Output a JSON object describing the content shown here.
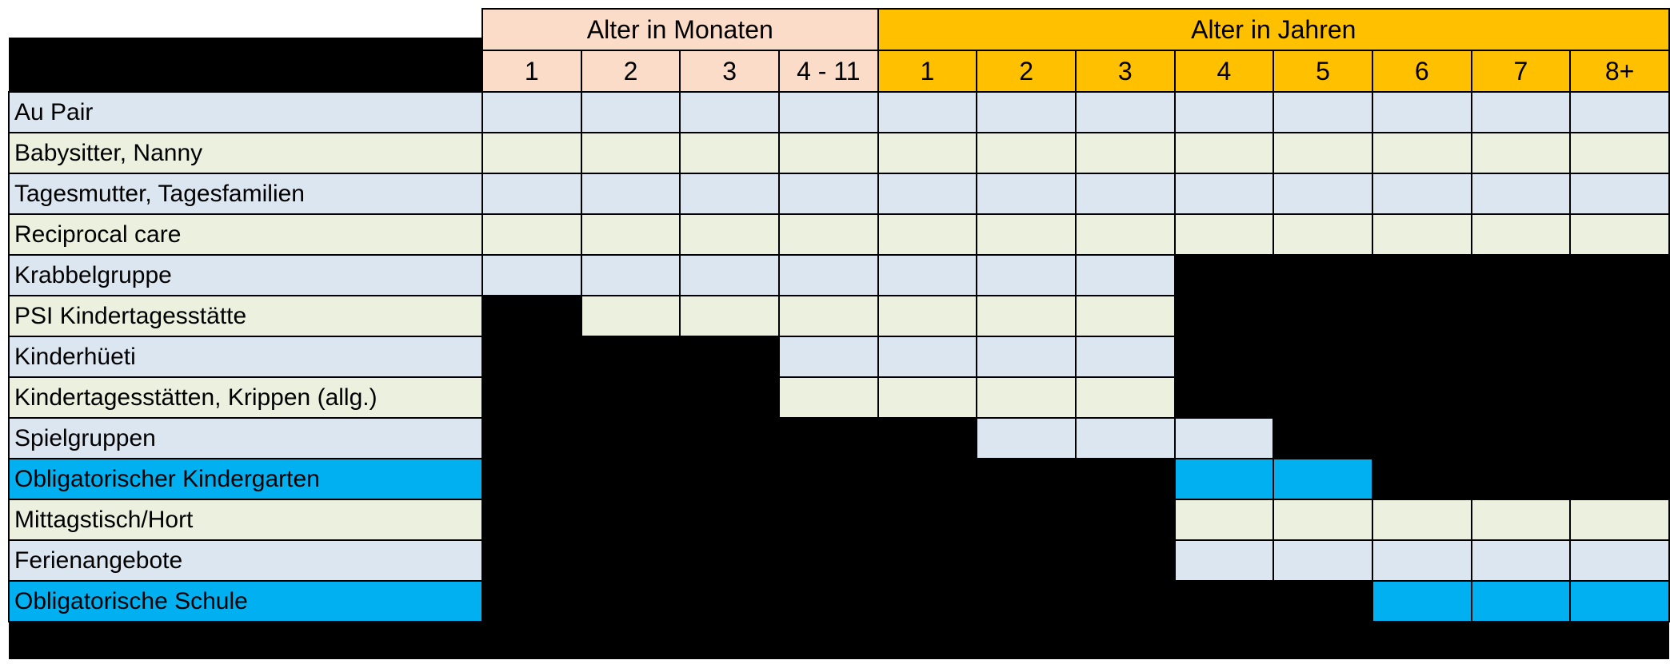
{
  "page": {
    "background": "#ffffff"
  },
  "colors": {
    "months_header_bg": "#FBDCC8",
    "years_header_bg": "#FFC000",
    "row_blue": "#DCE6F1",
    "row_green": "#EBF1DE",
    "row_cyan": "#00B0F0",
    "unavailable": "#000000",
    "grid_line": "#000000",
    "text": "#000000"
  },
  "chart_data": {
    "type": "heatmap",
    "title": "",
    "column_groups": [
      {
        "label": "Alter in Monaten",
        "columns": [
          "1",
          "2",
          "3",
          "4 - 11"
        ]
      },
      {
        "label": "Alter in Jahren",
        "columns": [
          "1",
          "2",
          "3",
          "4",
          "5",
          "6",
          "7",
          "8+"
        ]
      }
    ],
    "cell_encoding": {
      "1": "offered at this age (cell filled with row color)",
      "0": "not offered at this age (black cell)"
    },
    "rows": [
      {
        "label": "Au Pair",
        "palette": "row_blue",
        "available": [
          1,
          1,
          1,
          1,
          1,
          1,
          1,
          1,
          1,
          1,
          1,
          1
        ]
      },
      {
        "label": "Babysitter, Nanny",
        "palette": "row_green",
        "available": [
          1,
          1,
          1,
          1,
          1,
          1,
          1,
          1,
          1,
          1,
          1,
          1
        ]
      },
      {
        "label": "Tagesmutter, Tagesfamilien",
        "palette": "row_blue",
        "available": [
          1,
          1,
          1,
          1,
          1,
          1,
          1,
          1,
          1,
          1,
          1,
          1
        ]
      },
      {
        "label": "Reciprocal care",
        "palette": "row_green",
        "available": [
          1,
          1,
          1,
          1,
          1,
          1,
          1,
          1,
          1,
          1,
          1,
          1
        ]
      },
      {
        "label": "Krabbelgruppe",
        "palette": "row_blue",
        "available": [
          1,
          1,
          1,
          1,
          1,
          1,
          1,
          0,
          0,
          0,
          0,
          0
        ]
      },
      {
        "label": "PSI Kindertagesstätte",
        "palette": "row_green",
        "available": [
          0,
          1,
          1,
          1,
          1,
          1,
          1,
          0,
          0,
          0,
          0,
          0
        ]
      },
      {
        "label": "Kinderhüeti",
        "palette": "row_blue",
        "available": [
          0,
          0,
          0,
          1,
          1,
          1,
          1,
          0,
          0,
          0,
          0,
          0
        ]
      },
      {
        "label": "Kindertagesstätten, Krippen (allg.)",
        "palette": "row_green",
        "available": [
          0,
          0,
          0,
          1,
          1,
          1,
          1,
          0,
          0,
          0,
          0,
          0
        ]
      },
      {
        "label": "Spielgruppen",
        "palette": "row_blue",
        "available": [
          0,
          0,
          0,
          0,
          0,
          1,
          1,
          1,
          0,
          0,
          0,
          0
        ]
      },
      {
        "label": "Obligatorischer Kindergarten",
        "palette": "row_cyan",
        "available": [
          0,
          0,
          0,
          0,
          0,
          0,
          0,
          1,
          1,
          0,
          0,
          0
        ]
      },
      {
        "label": "Mittagstisch/Hort",
        "palette": "row_green",
        "available": [
          0,
          0,
          0,
          0,
          0,
          0,
          0,
          1,
          1,
          1,
          1,
          1
        ]
      },
      {
        "label": "Ferienangebote",
        "palette": "row_blue",
        "available": [
          0,
          0,
          0,
          0,
          0,
          0,
          0,
          1,
          1,
          1,
          1,
          1
        ]
      },
      {
        "label": "Obligatorische Schule",
        "palette": "row_cyan",
        "available": [
          0,
          0,
          0,
          0,
          0,
          0,
          0,
          0,
          0,
          1,
          1,
          1
        ]
      }
    ]
  }
}
